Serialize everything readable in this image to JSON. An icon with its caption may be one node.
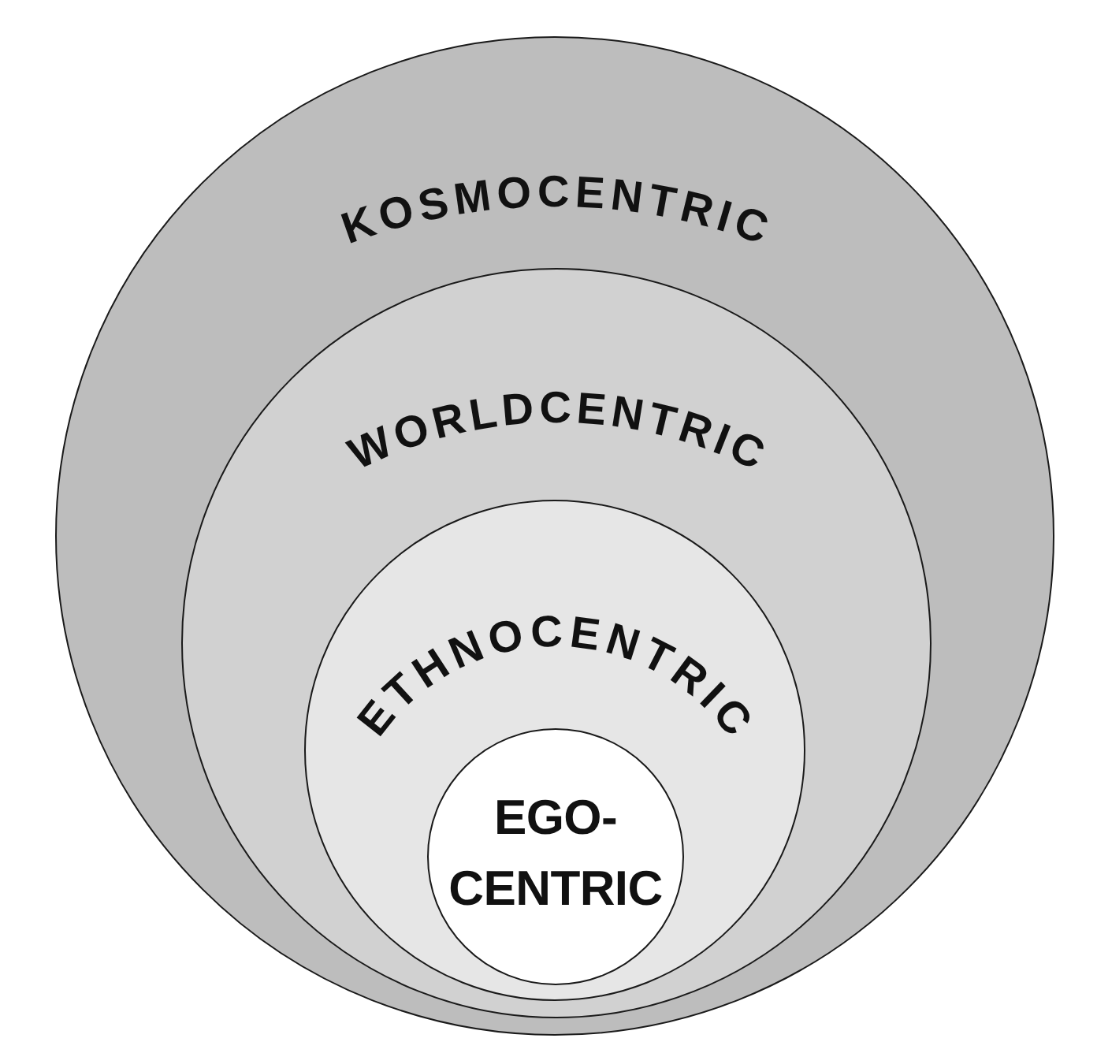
{
  "diagram": {
    "nodes": [
      {
        "text": [
          "KOSMOCENTRIC"
        ]
      },
      {
        "text": [
          "WORLDCENTRIC"
        ],
        "in": 0
      },
      {
        "text": [
          "ETHNOCENTRIC"
        ],
        "in": 1
      },
      {
        "text": [
          "EGO- CENTRIC"
        ],
        "in": 2
      }
    ]
  }
}
